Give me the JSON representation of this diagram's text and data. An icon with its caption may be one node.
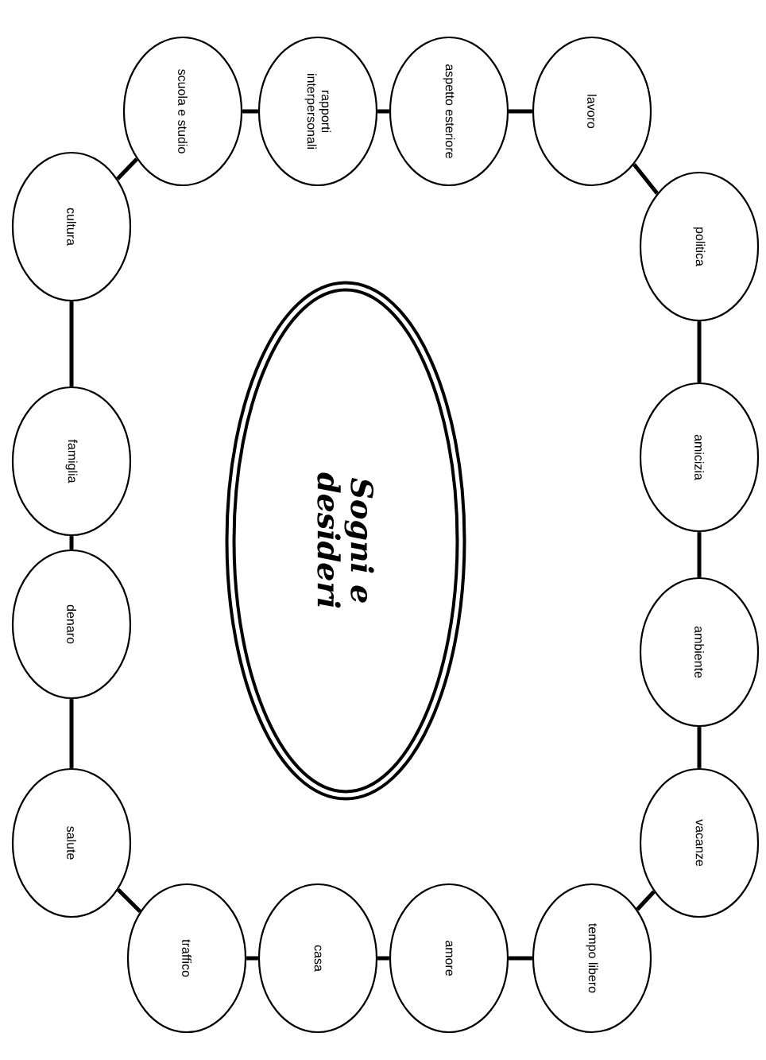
{
  "diagram": {
    "nodes": [
      {
        "text": [
          "Sogni e desideri"
        ]
      },
      {
        "text": [
          "lavoro"
        ]
      },
      {
        "text": [
          "politica"
        ]
      },
      {
        "text": [
          "amicizia"
        ]
      },
      {
        "text": [
          "ambiente"
        ]
      },
      {
        "text": [
          "vacanze"
        ]
      },
      {
        "text": [
          "tempo libero"
        ]
      },
      {
        "text": [
          "amore"
        ]
      },
      {
        "text": [
          "casa"
        ]
      },
      {
        "text": [
          "traffico"
        ]
      },
      {
        "text": [
          "salute"
        ]
      },
      {
        "text": [
          "denaro"
        ]
      },
      {
        "text": [
          "famiglia"
        ]
      },
      {
        "text": [
          "cultura"
        ]
      },
      {
        "text": [
          "scuola e studio"
        ]
      },
      {
        "text": [
          "rapporti interpersonali"
        ]
      },
      {
        "text": [
          "aspetto esteriore"
        ]
      }
    ],
    "edges": [
      {
        "from": 1,
        "to": 2,
        "arrow": "none"
      },
      {
        "from": 2,
        "to": 3,
        "arrow": "none"
      },
      {
        "from": 3,
        "to": 4,
        "arrow": "none"
      },
      {
        "from": 4,
        "to": 5,
        "arrow": "none"
      },
      {
        "from": 5,
        "to": 6,
        "arrow": "none"
      },
      {
        "from": 6,
        "to": 7,
        "arrow": "none"
      },
      {
        "from": 7,
        "to": 8,
        "arrow": "none"
      },
      {
        "from": 8,
        "to": 9,
        "arrow": "none"
      },
      {
        "from": 9,
        "to": 10,
        "arrow": "none"
      },
      {
        "from": 10,
        "to": 11,
        "arrow": "none"
      },
      {
        "from": 11,
        "to": 12,
        "arrow": "none"
      },
      {
        "from": 12,
        "to": 13,
        "arrow": "none"
      },
      {
        "from": 13,
        "to": 14,
        "arrow": "none"
      },
      {
        "from": 14,
        "to": 15,
        "arrow": "none"
      },
      {
        "from": 15,
        "to": 16,
        "arrow": "none"
      },
      {
        "from": 16,
        "to": 1,
        "arrow": "none"
      }
    ]
  }
}
